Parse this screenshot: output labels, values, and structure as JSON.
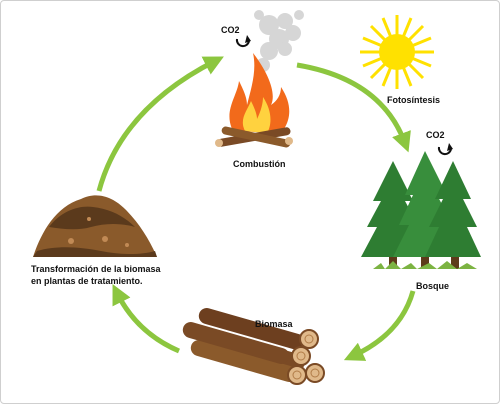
{
  "labels": {
    "combustion": "Combustión",
    "photosynthesis": "Fotosíntesis",
    "forest": "Bosque",
    "biomass": "Biomasa",
    "transformation_line1": "Transformación de la biomasa",
    "transformation_line2": "en plantas de tratamiento.",
    "co2_fire": "CO2",
    "co2_trees": "CO2"
  },
  "colors": {
    "arrow": "#8cc63f",
    "flame_outer": "#f26a1b",
    "flame_inner": "#ffd23f",
    "smoke": "#cfcfcf",
    "sun": "#ffe100",
    "tree": "#2e7d32",
    "log": "#7a4a25",
    "log_end": "#e0b98a",
    "soil": "#8a5a2b"
  },
  "icons": [
    "sun-icon",
    "fire-icon",
    "smoke-icon",
    "trees-icon",
    "logs-icon",
    "compost-pile-icon",
    "recycle-arrow-icon"
  ]
}
